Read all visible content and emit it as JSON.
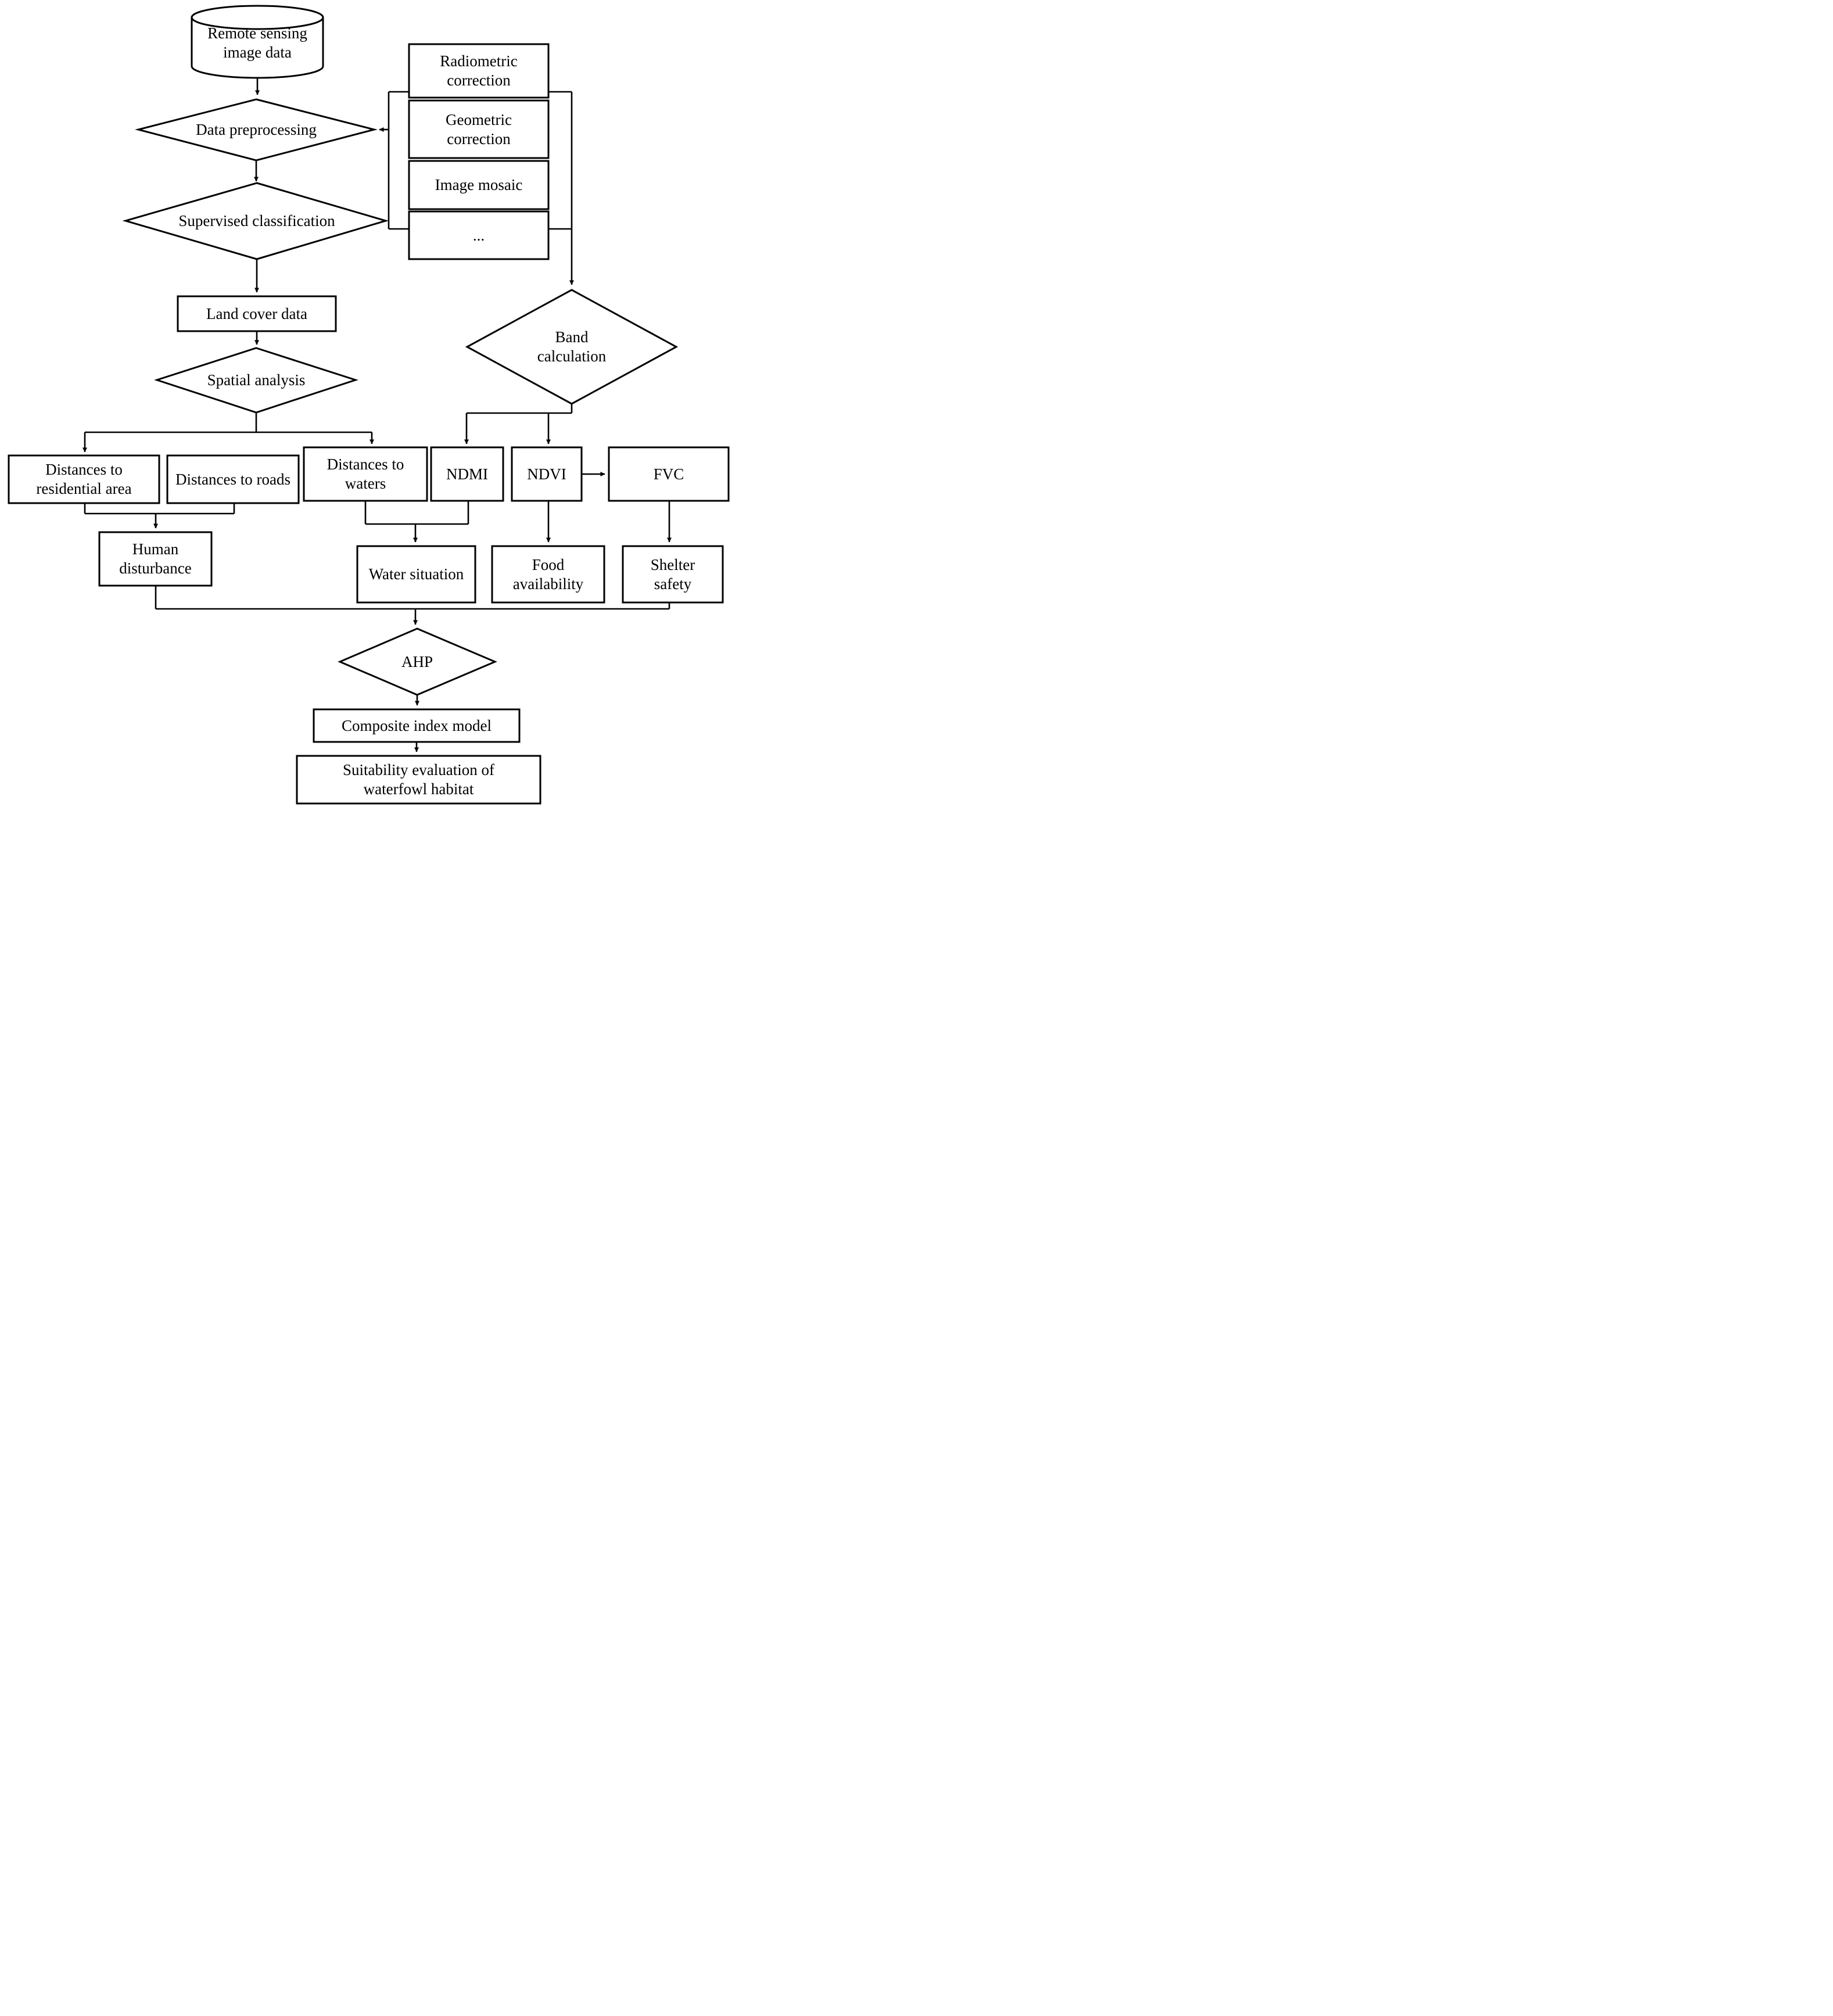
{
  "figure": {
    "title": "Waterfowl habitat suitability evaluation flowchart",
    "type": "flowchart",
    "colors": {
      "line": "#000000",
      "background": "#ffffff",
      "text": "#000000"
    }
  },
  "nodes": {
    "remote_sensing": {
      "label": "Remote sensing\nimage data",
      "shape": "cylinder"
    },
    "data_preprocessing": {
      "label": "Data preprocessing",
      "shape": "diamond"
    },
    "radiometric": {
      "label": "Radiometric\ncorrection",
      "shape": "rect"
    },
    "geometric": {
      "label": "Geometric\ncorrection",
      "shape": "rect"
    },
    "image_mosaic": {
      "label": "Image mosaic",
      "shape": "rect"
    },
    "more_steps": {
      "label": "...",
      "shape": "rect"
    },
    "supervised_classification": {
      "label": "Supervised classification",
      "shape": "diamond"
    },
    "band_calculation": {
      "label": "Band\ncalculation",
      "shape": "diamond"
    },
    "land_cover": {
      "label": "Land cover data",
      "shape": "rect"
    },
    "spatial_analysis": {
      "label": "Spatial analysis",
      "shape": "diamond"
    },
    "dist_residential": {
      "label": "Distances to\nresidential area",
      "shape": "rect"
    },
    "dist_roads": {
      "label": "Distances to roads",
      "shape": "rect"
    },
    "dist_waters": {
      "label": "Distances to\nwaters",
      "shape": "rect"
    },
    "ndmi": {
      "label": "NDMI",
      "shape": "rect"
    },
    "ndvi": {
      "label": "NDVI",
      "shape": "rect"
    },
    "fvc": {
      "label": "FVC",
      "shape": "rect"
    },
    "human_disturbance": {
      "label": "Human\ndisturbance",
      "shape": "rect"
    },
    "water_situation": {
      "label": "Water situation",
      "shape": "rect"
    },
    "food_availability": {
      "label": "Food\navailability",
      "shape": "rect"
    },
    "shelter_safety": {
      "label": "Shelter\nsafety",
      "shape": "rect"
    },
    "ahp": {
      "label": "AHP",
      "shape": "diamond"
    },
    "composite_index": {
      "label": "Composite index model",
      "shape": "rect"
    },
    "suitability": {
      "label": "Suitability evaluation of\nwaterfowl habitat",
      "shape": "rect"
    }
  },
  "edges": [
    "remote_sensing -> data_preprocessing",
    "preprocessing_steps -> data_preprocessing",
    "preprocessing_steps -> band_calculation",
    "data_preprocessing -> supervised_classification",
    "supervised_classification -> land_cover",
    "land_cover -> spatial_analysis",
    "spatial_analysis -> dist_residential",
    "spatial_analysis -> dist_waters",
    "band_calculation -> ndmi",
    "band_calculation -> ndvi",
    "ndvi -> fvc",
    "dist_residential + dist_roads -> human_disturbance",
    "dist_waters + ndmi -> water_situation",
    "ndvi -> food_availability",
    "fvc -> shelter_safety",
    "human_disturbance + shelter_safety -> ahp",
    "ahp -> composite_index",
    "composite_index -> suitability"
  ]
}
